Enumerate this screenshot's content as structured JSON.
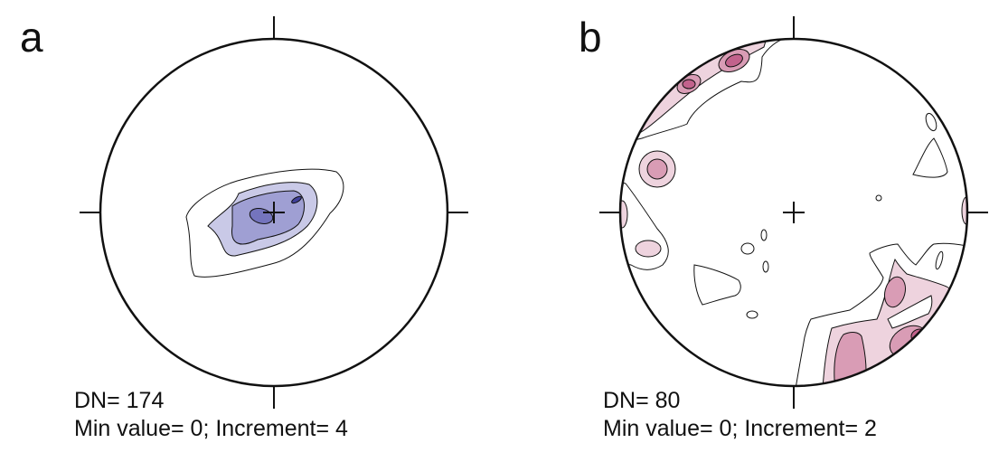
{
  "panels": [
    {
      "label": "a",
      "dn": "DN= 174",
      "summary": "Min value= 0; Increment= 4",
      "colors": [
        "#ffffff",
        "#c9c9e7",
        "#9f9fd3",
        "#7474bd",
        "#40409a"
      ]
    },
    {
      "label": "b",
      "dn": "DN= 80",
      "summary": "Min value= 0; Increment= 2",
      "colors": [
        "#ffffff",
        "#eed3de",
        "#d99cb5",
        "#c2628c",
        "#a3336b"
      ]
    }
  ]
}
